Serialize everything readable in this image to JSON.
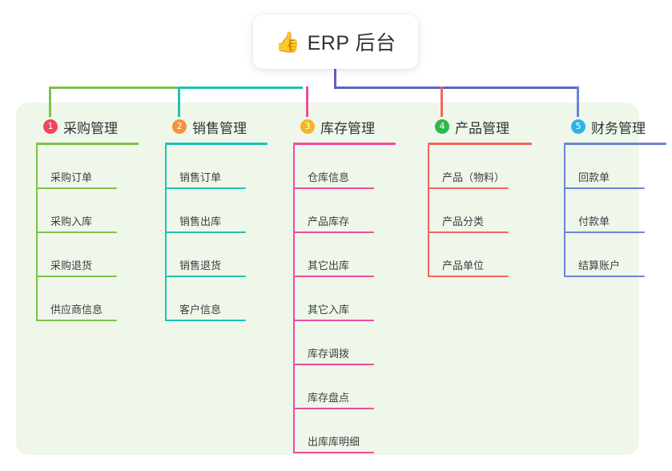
{
  "root": {
    "icon": "thumbs-up-emoji",
    "emoji": "👍",
    "title": "ERP 后台"
  },
  "theme": {
    "panel_bg": "#eef7e9",
    "page_bg": "#ffffff",
    "root_stem": "#5b63c4",
    "text": "#2f3337"
  },
  "branches": [
    {
      "number": "1",
      "title": "采购管理",
      "badge_color": "#f0465f",
      "line_color": "#7ec14a",
      "items": [
        {
          "label": "采购订单"
        },
        {
          "label": "采购入库"
        },
        {
          "label": "采购退货"
        },
        {
          "label": "供应商信息"
        }
      ]
    },
    {
      "number": "2",
      "title": "销售管理",
      "badge_color": "#f5923e",
      "line_color": "#1ec2b5",
      "items": [
        {
          "label": "销售订单"
        },
        {
          "label": "销售出库"
        },
        {
          "label": "销售退货"
        },
        {
          "label": "客户信息"
        }
      ]
    },
    {
      "number": "3",
      "title": "库存管理",
      "badge_color": "#f5b428",
      "line_color": "#ef4ba0",
      "items": [
        {
          "label": "仓库信息"
        },
        {
          "label": "产品库存"
        },
        {
          "label": "其它出库"
        },
        {
          "label": "其它入库"
        },
        {
          "label": "库存调拨"
        },
        {
          "label": "库存盘点"
        },
        {
          "label": "出库库明细"
        }
      ]
    },
    {
      "number": "4",
      "title": "产品管理",
      "badge_color": "#2fb84a",
      "line_color": "#f4655f",
      "items": [
        {
          "label": "产品（物料）"
        },
        {
          "label": "产品分类"
        },
        {
          "label": "产品单位"
        }
      ]
    },
    {
      "number": "5",
      "title": "财务管理",
      "badge_color": "#2bb3e8",
      "line_color": "#6d82d8",
      "items": [
        {
          "label": "回款单"
        },
        {
          "label": "付款单"
        },
        {
          "label": "结算账户"
        }
      ]
    }
  ]
}
